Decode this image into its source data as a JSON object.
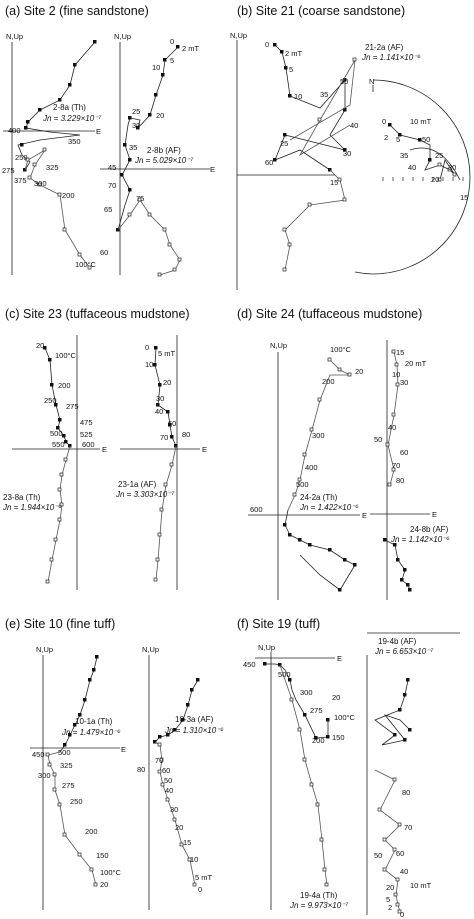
{
  "panels": [
    {
      "title": "(a) Site 2 (fine sandstone)",
      "plots": [
        {
          "axis_label": "N,Up",
          "e_label": "E",
          "specimen": "2-8a (Th)",
          "jn": "Jn = 3.229×10⁻⁷",
          "steps": [
            "400",
            "350",
            "250",
            "275",
            "325",
            "375",
            "300",
            "200",
            "100°C"
          ]
        },
        {
          "axis_label": "N,Up",
          "e_label": "E",
          "specimen": "2-8b (AF)",
          "jn": "Jn = 5.029×10⁻⁷",
          "steps": [
            "0",
            "2 mT",
            "5",
            "10",
            "20",
            "25",
            "30",
            "35",
            "45",
            "70",
            "75",
            "65",
            "60"
          ]
        }
      ]
    },
    {
      "title": "(b) Site 21 (coarse sandstone)",
      "plots": [
        {
          "axis_label": "N,Up",
          "e_label": "",
          "specimen": "21-2a (AF)",
          "jn": "Jn = 1.141×10⁻⁶",
          "steps": [
            "0",
            "2 mT",
            "5",
            "10",
            "50",
            "35",
            "40",
            "25",
            "30",
            "60",
            "15"
          ]
        }
      ],
      "stereonet": {
        "north": "N",
        "steps": [
          "0",
          "2",
          "5",
          "10 mT",
          "50",
          "35",
          "40",
          "25",
          "30",
          "20",
          "15"
        ]
      }
    },
    {
      "title": "(c) Site 23 (tuffaceous mudstone)",
      "plots": [
        {
          "axis_label": "",
          "e_label": "E",
          "specimen": "23-8a (Th)",
          "jn": "Jn = 1.944×10⁻⁶",
          "steps": [
            "20",
            "100°C",
            "200",
            "250",
            "275",
            "475",
            "500",
            "525",
            "550",
            "600"
          ]
        },
        {
          "axis_label": "",
          "e_label": "E",
          "specimen": "23-1a (AF)",
          "jn": "Jn = 3.303×10⁻⁷",
          "steps": [
            "0",
            "5 mT",
            "10",
            "20",
            "30",
            "40",
            "60",
            "70",
            "80"
          ]
        }
      ]
    },
    {
      "title": "(d) Site 24 (tuffaceous mudstone)",
      "plots": [
        {
          "axis_label": "N,Up",
          "e_label": "E",
          "specimen": "24-2a (Th)",
          "jn": "Jn = 1.422×10⁻⁶",
          "steps": [
            "100°C",
            "20",
            "200",
            "300",
            "400",
            "500",
            "600"
          ]
        },
        {
          "axis_label": "",
          "e_label": "E",
          "specimen": "24-8b (AF)",
          "jn": "Jn = 1.142×10⁻⁶",
          "steps": [
            "15",
            "20 mT",
            "10",
            "30",
            "40",
            "50",
            "60",
            "70",
            "80"
          ]
        }
      ]
    },
    {
      "title": "(e) Site 10 (fine tuff)",
      "plots": [
        {
          "axis_label": "N,Up",
          "e_label": "E",
          "specimen": "10-1a (Th)",
          "jn": "Jn = 1.479×10⁻⁶",
          "steps": [
            "450",
            "500",
            "325",
            "300",
            "275",
            "250",
            "200",
            "150",
            "100°C",
            "20"
          ]
        },
        {
          "axis_label": "N,Up",
          "e_label": "",
          "specimen": "10-3a (AF)",
          "jn": "Jn = 1.310×10⁻⁶",
          "steps": [
            "80",
            "70",
            "60",
            "50",
            "40",
            "30",
            "20",
            "15",
            "10",
            "5 mT",
            "0"
          ]
        }
      ]
    },
    {
      "title": "(f) Site 19 (tuff)",
      "plots": [
        {
          "axis_label": "N,Up",
          "e_label": "E",
          "specimen": "19-4a (Th)",
          "jn": "Jn = 9.973×10⁻⁷",
          "steps": [
            "450",
            "500",
            "300",
            "275",
            "200",
            "20",
            "100°C",
            "150"
          ]
        },
        {
          "axis_label": "",
          "e_label": "",
          "specimen": "19-4b (AF)",
          "jn": "Jn = 6.653×10⁻⁷",
          "steps": [
            "80",
            "70",
            "50",
            "60",
            "40",
            "20",
            "10 mT",
            "5",
            "2",
            "0"
          ]
        }
      ]
    }
  ]
}
